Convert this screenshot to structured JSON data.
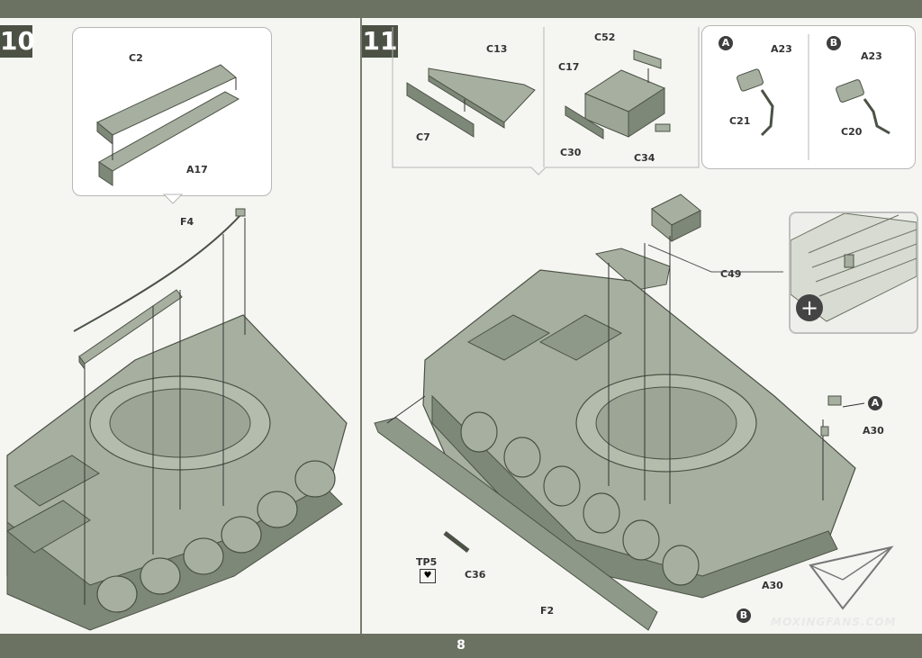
{
  "page": {
    "number": "8",
    "watermark": "MOXINGFANS.COM"
  },
  "step10": {
    "number": "10",
    "parts": {
      "c2": "C2",
      "a17": "A17",
      "f4": "F4"
    }
  },
  "step11": {
    "number": "11",
    "parts": {
      "c13": "C13",
      "c7": "C7",
      "c52": "C52",
      "c17": "C17",
      "c30": "C30",
      "c34": "C34",
      "a23a": "A23",
      "c21": "C21",
      "a23b": "A23",
      "c20": "C20",
      "c49": "C49",
      "a30a": "A30",
      "a30b": "A30",
      "tp5": "TP5",
      "c36": "C36",
      "f2": "F2"
    },
    "variants": {
      "a": "A",
      "b": "B",
      "a2": "A",
      "b2": "B"
    }
  },
  "colors": {
    "model": "#a7b0a0",
    "model_dark": "#7e8878",
    "line": "#4b5245",
    "panel": "#6b7262"
  }
}
